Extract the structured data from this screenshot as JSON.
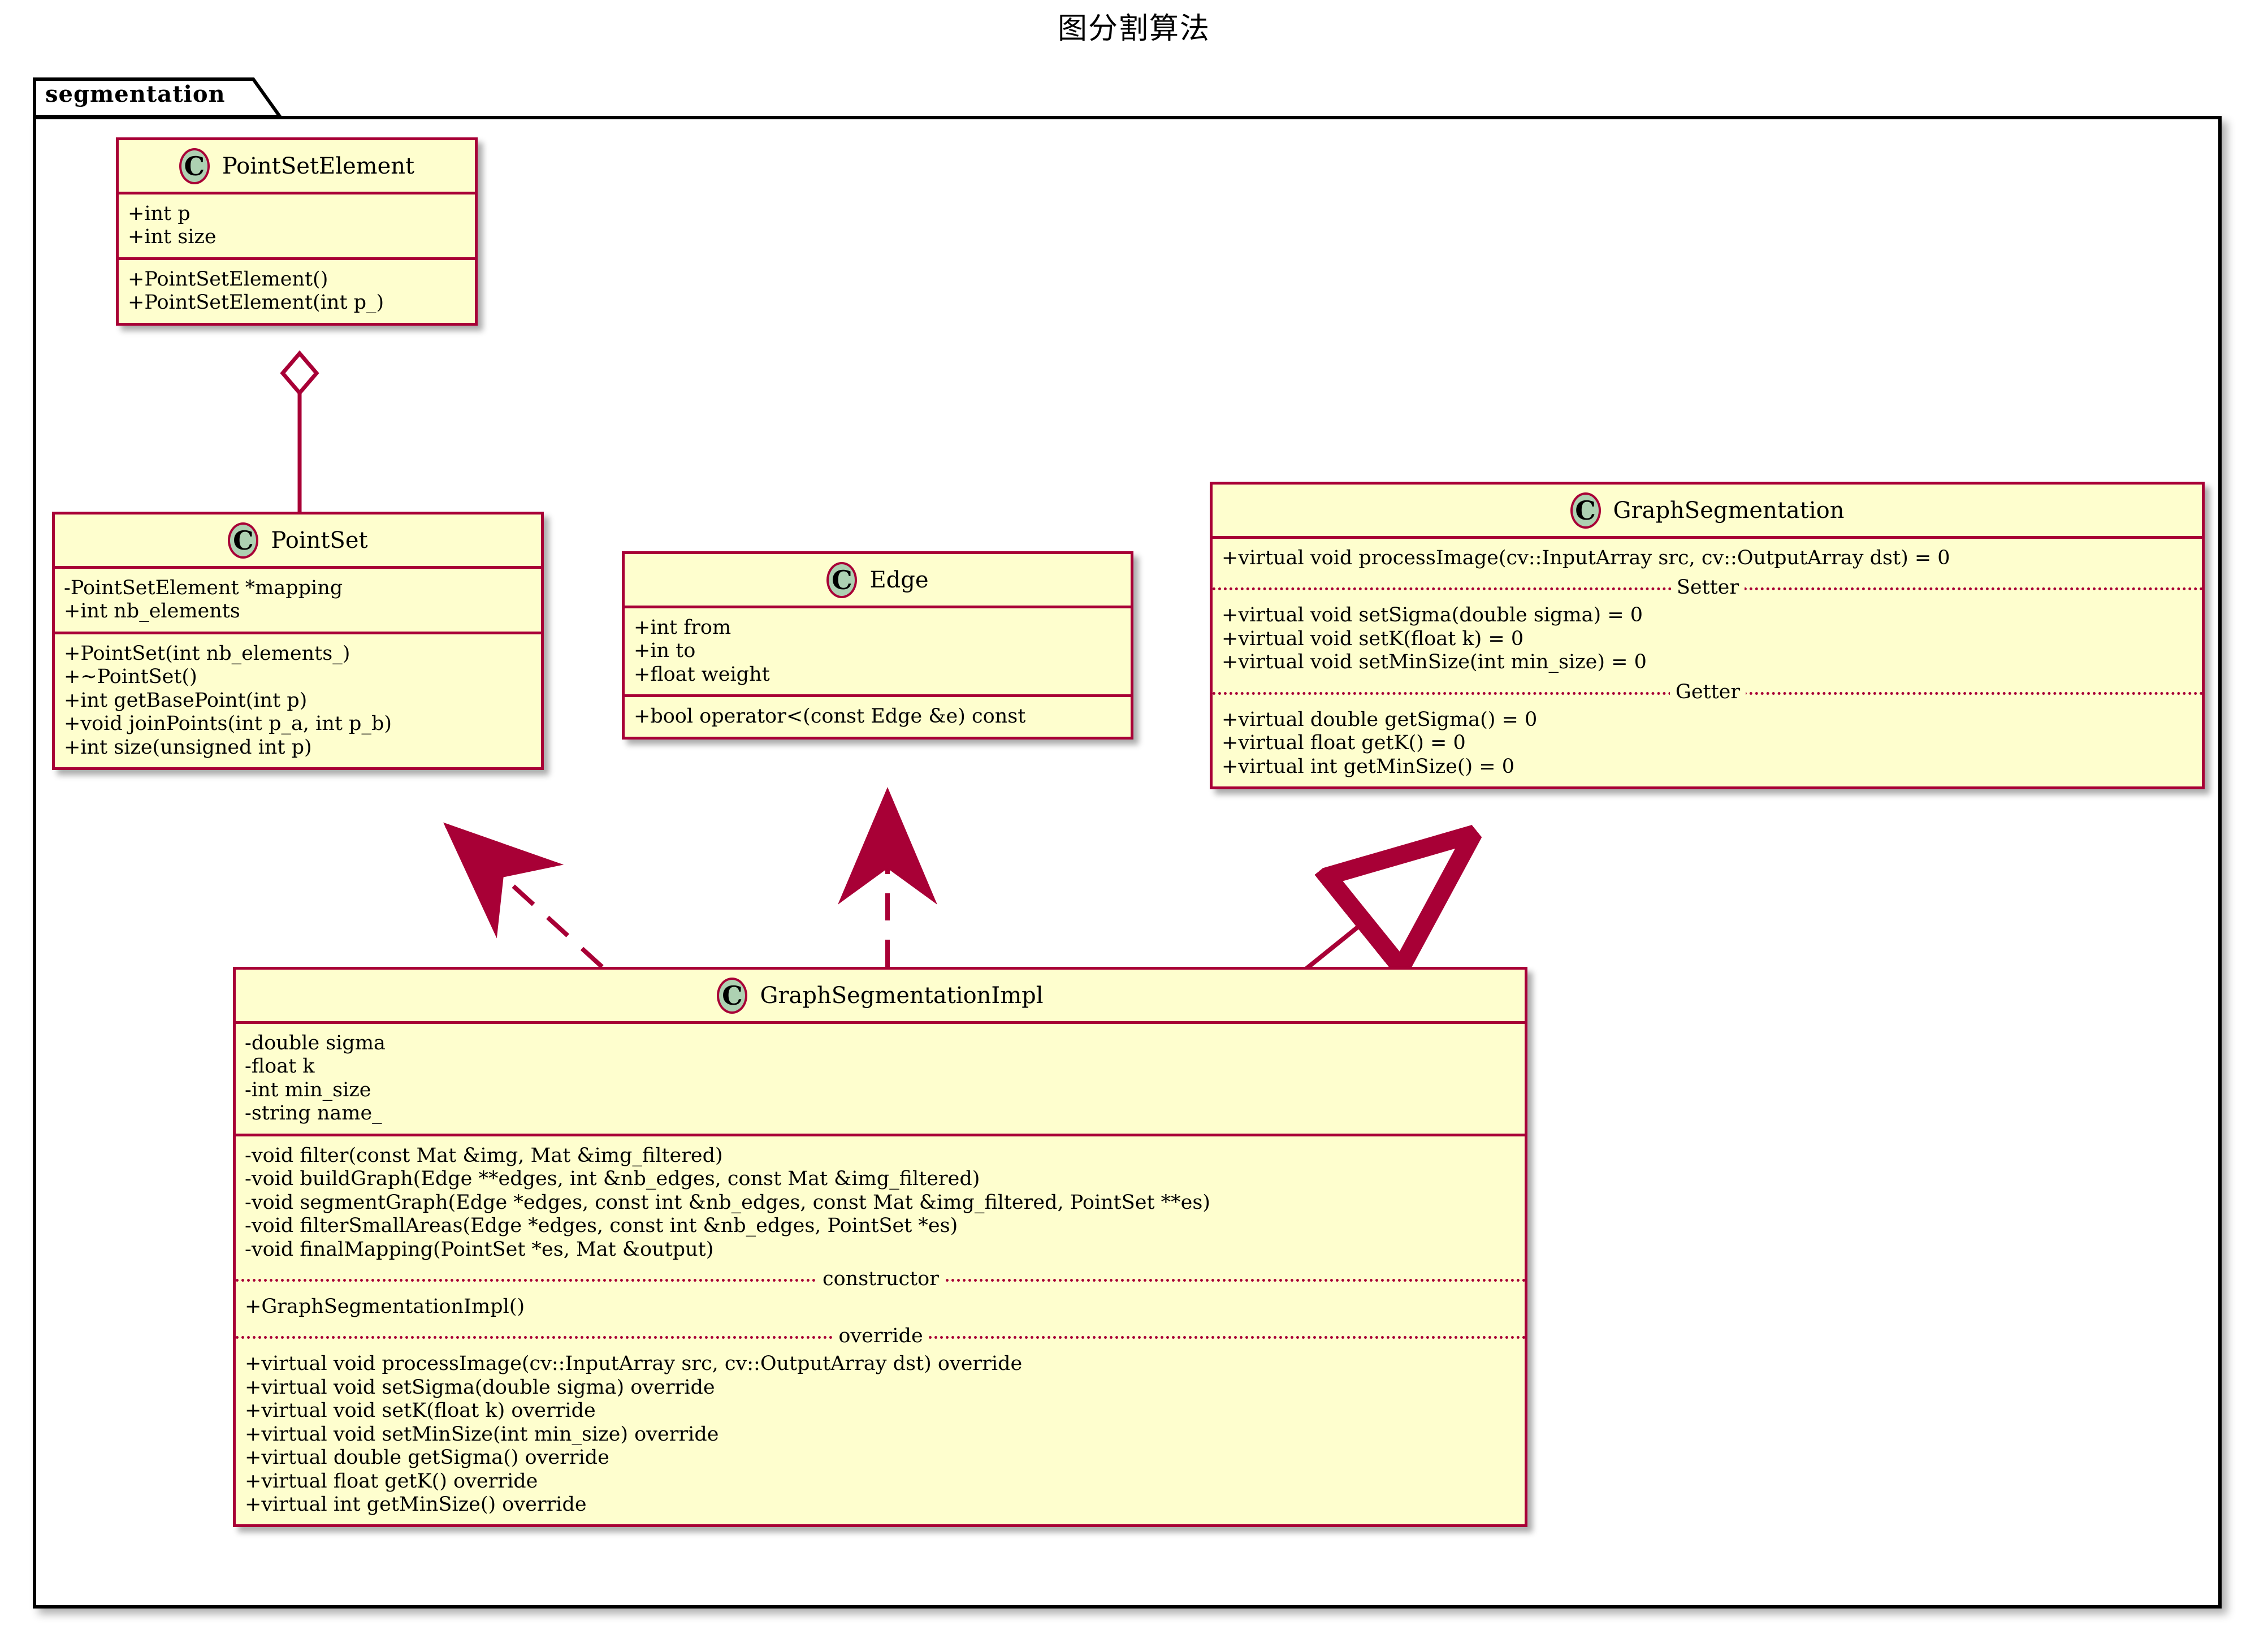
{
  "title": "图分割算法",
  "package": {
    "name": "segmentation"
  },
  "classes": [
    {
      "id": "PointSetElement",
      "stereotype_letter": "C",
      "name": "PointSetElement",
      "attributes": [
        "+int p",
        "+int size"
      ],
      "methods": [
        "+PointSetElement()",
        "+PointSetElement(int p_)"
      ]
    },
    {
      "id": "PointSet",
      "stereotype_letter": "C",
      "name": "PointSet",
      "attributes": [
        "-PointSetElement *mapping",
        "+int nb_elements"
      ],
      "methods": [
        "+PointSet(int nb_elements_)",
        "+~PointSet()",
        "+int getBasePoint(int p)",
        "+void joinPoints(int p_a, int p_b)",
        "+int size(unsigned int p)"
      ]
    },
    {
      "id": "Edge",
      "stereotype_letter": "C",
      "name": "Edge",
      "attributes": [
        "+int from",
        "+in to",
        "+float weight"
      ],
      "methods": [
        "+bool operator<(const Edge &e) const"
      ]
    },
    {
      "id": "GraphSegmentation",
      "stereotype_letter": "C",
      "name": "GraphSegmentation",
      "methods_main": [
        "+virtual void processImage(cv::InputArray src, cv::OutputArray dst) = 0"
      ],
      "setter_label": "Setter",
      "methods_setter": [
        "+virtual void setSigma(double sigma) = 0",
        "+virtual void setK(float k) = 0",
        "+virtual void setMinSize(int min_size) = 0"
      ],
      "getter_label": "Getter",
      "methods_getter": [
        "+virtual double getSigma() = 0",
        "+virtual float getK() = 0",
        "+virtual int getMinSize() = 0"
      ]
    },
    {
      "id": "GraphSegmentationImpl",
      "stereotype_letter": "C",
      "name": "GraphSegmentationImpl",
      "attributes": [
        "-double sigma",
        "-float k",
        "-int min_size",
        "-string name_"
      ],
      "methods_private": [
        "-void filter(const Mat &img, Mat &img_filtered)",
        "-void buildGraph(Edge **edges, int &nb_edges, const Mat &img_filtered)",
        "-void segmentGraph(Edge *edges, const int &nb_edges, const Mat &img_filtered, PointSet **es)",
        "-void filterSmallAreas(Edge *edges, const int &nb_edges, PointSet *es)",
        "-void finalMapping(PointSet *es, Mat &output)"
      ],
      "constructor_label": "constructor",
      "methods_constructor": [
        "+GraphSegmentationImpl()"
      ],
      "override_label": "override",
      "methods_override": [
        "+virtual void processImage(cv::InputArray src, cv::OutputArray dst) override",
        "+virtual void setSigma(double sigma) override",
        "+virtual void setK(float k) override",
        "+virtual void setMinSize(int min_size) override",
        "+virtual double getSigma() override",
        "+virtual float getK() override",
        "+virtual int getMinSize() override"
      ]
    }
  ],
  "relations": [
    {
      "id": "rel-aggregation-pointsetelement-pointset",
      "type": "aggregation",
      "from": "PointSet",
      "to": "PointSetElement"
    },
    {
      "id": "rel-dependency-impl-pointset",
      "type": "dependency",
      "from": "GraphSegmentationImpl",
      "to": "PointSet"
    },
    {
      "id": "rel-dependency-impl-edge",
      "type": "dependency",
      "from": "GraphSegmentationImpl",
      "to": "Edge"
    },
    {
      "id": "rel-inheritance-impl-graphsegmentation",
      "type": "generalization",
      "from": "GraphSegmentationImpl",
      "to": "GraphSegmentation"
    }
  ],
  "colors": {
    "class_fill": "#FEFECE",
    "class_border": "#A80036",
    "icon_fill": "#ADD1B2",
    "package_border": "#000000",
    "text": "#000000",
    "background": "#FFFFFF"
  }
}
